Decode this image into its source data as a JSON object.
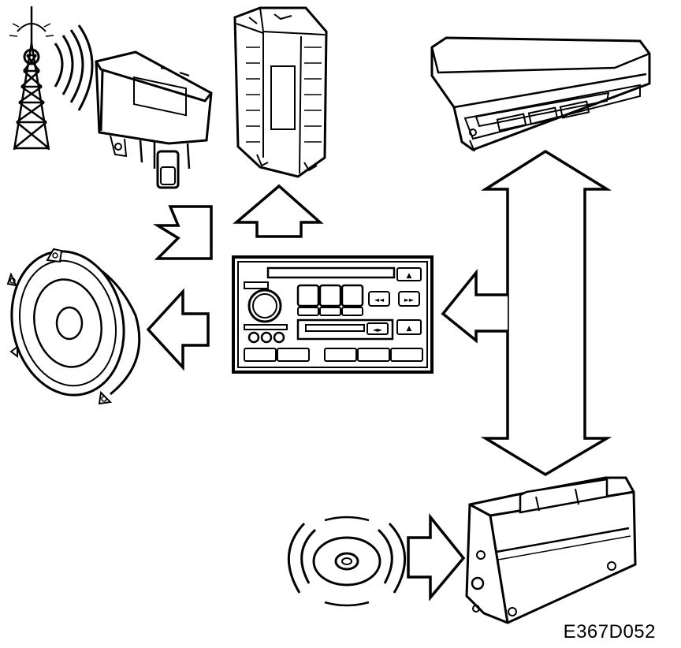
{
  "diagram": {
    "figure_code": "E367D052",
    "components": [
      {
        "id": "antenna",
        "icon": "radio-antenna-tower-icon"
      },
      {
        "id": "antenna-amplifier",
        "icon": "antenna-amplifier-module-icon"
      },
      {
        "id": "amplifier",
        "icon": "audio-amplifier-unit-icon"
      },
      {
        "id": "display",
        "icon": "dashboard-display-panel-icon"
      },
      {
        "id": "speaker",
        "icon": "loudspeaker-icon"
      },
      {
        "id": "radio",
        "icon": "radio-head-unit-icon"
      },
      {
        "id": "cd-changer",
        "icon": "cd-changer-icon"
      },
      {
        "id": "disc",
        "icon": "compact-disc-icon"
      }
    ],
    "connections": [
      {
        "from": "antenna-amplifier",
        "to": "radio",
        "arrow": "one-way"
      },
      {
        "from": "radio",
        "to": "amplifier",
        "arrow": "one-way"
      },
      {
        "from": "radio",
        "to": "speaker",
        "arrow": "one-way"
      },
      {
        "from": "display",
        "to": "cd-changer",
        "arrow": "two-way"
      },
      {
        "from": "display",
        "to": "radio",
        "arrow": "one-way"
      },
      {
        "from": "cd-changer",
        "to": "radio",
        "arrow": "one-way"
      },
      {
        "from": "disc",
        "to": "cd-changer",
        "arrow": "one-way"
      }
    ],
    "radio_buttons": {
      "tape_eject": "▲",
      "seek_back": "◄◄",
      "seek_forward": "►►",
      "tape_direction": "◄►",
      "cd_eject": "▲"
    },
    "colors": {
      "line": "#000000",
      "background": "#ffffff"
    }
  }
}
